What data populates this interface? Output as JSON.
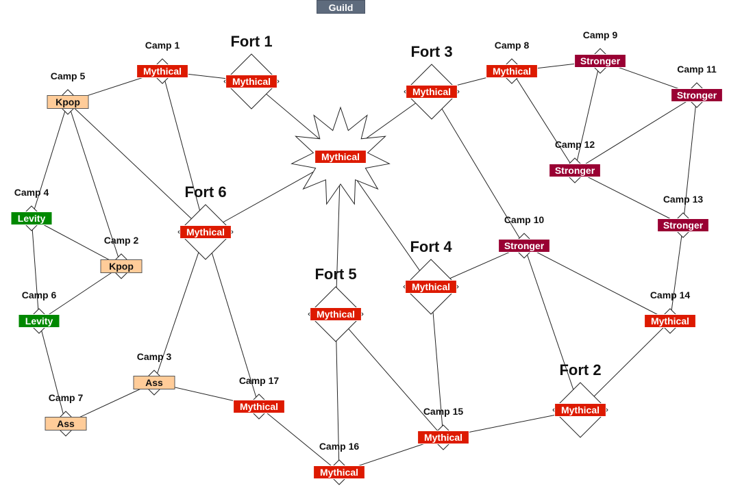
{
  "header": {
    "guild_button": "Guild"
  },
  "colors": {
    "Mythical": "#dd1a00",
    "Stronger": "#990033",
    "Kpop": "#ffcc99",
    "Levity": "#008800",
    "Ass": "#ffcc99",
    "node_border": "#333333"
  },
  "center": {
    "name": "",
    "owner": "Mythical"
  },
  "nodes": [
    {
      "id": "camp1",
      "name": "Camp 1",
      "kind": "camp",
      "owner": "Mythical"
    },
    {
      "id": "camp2",
      "name": "Camp 2",
      "kind": "camp",
      "owner": "Kpop"
    },
    {
      "id": "camp3",
      "name": "Camp 3",
      "kind": "camp",
      "owner": "Ass"
    },
    {
      "id": "camp4",
      "name": "Camp 4",
      "kind": "camp",
      "owner": "Levity"
    },
    {
      "id": "camp5",
      "name": "Camp 5",
      "kind": "camp",
      "owner": "Kpop"
    },
    {
      "id": "camp6",
      "name": "Camp 6",
      "kind": "camp",
      "owner": "Levity"
    },
    {
      "id": "camp7",
      "name": "Camp 7",
      "kind": "camp",
      "owner": "Ass"
    },
    {
      "id": "camp8",
      "name": "Camp 8",
      "kind": "camp",
      "owner": "Mythical"
    },
    {
      "id": "camp9",
      "name": "Camp 9",
      "kind": "camp",
      "owner": "Stronger"
    },
    {
      "id": "camp10",
      "name": "Camp 10",
      "kind": "camp",
      "owner": "Stronger"
    },
    {
      "id": "camp11",
      "name": "Camp 11",
      "kind": "camp",
      "owner": "Stronger"
    },
    {
      "id": "camp12",
      "name": "Camp 12",
      "kind": "camp",
      "owner": "Stronger"
    },
    {
      "id": "camp13",
      "name": "Camp 13",
      "kind": "camp",
      "owner": "Stronger"
    },
    {
      "id": "camp14",
      "name": "Camp 14",
      "kind": "camp",
      "owner": "Mythical"
    },
    {
      "id": "camp15",
      "name": "Camp 15",
      "kind": "camp",
      "owner": "Mythical"
    },
    {
      "id": "camp16",
      "name": "Camp 16",
      "kind": "camp",
      "owner": "Mythical"
    },
    {
      "id": "camp17",
      "name": "Camp 17",
      "kind": "camp",
      "owner": "Mythical"
    },
    {
      "id": "fort1",
      "name": "Fort 1",
      "kind": "fort",
      "owner": "Mythical"
    },
    {
      "id": "fort2",
      "name": "Fort 2",
      "kind": "fort",
      "owner": "Mythical"
    },
    {
      "id": "fort3",
      "name": "Fort 3",
      "kind": "fort",
      "owner": "Mythical"
    },
    {
      "id": "fort4",
      "name": "Fort 4",
      "kind": "fort",
      "owner": "Mythical"
    },
    {
      "id": "fort5",
      "name": "Fort 5",
      "kind": "fort",
      "owner": "Mythical"
    },
    {
      "id": "fort6",
      "name": "Fort 6",
      "kind": "fort",
      "owner": "Mythical"
    }
  ],
  "edges": [
    [
      "camp5",
      "camp1"
    ],
    [
      "camp1",
      "fort1"
    ],
    [
      "camp1",
      "fort6"
    ],
    [
      "camp5",
      "camp4"
    ],
    [
      "camp5",
      "camp2"
    ],
    [
      "camp5",
      "fort6"
    ],
    [
      "camp4",
      "camp6"
    ],
    [
      "camp4",
      "camp2"
    ],
    [
      "camp2",
      "camp6"
    ],
    [
      "camp6",
      "camp7"
    ],
    [
      "camp7",
      "camp3"
    ],
    [
      "camp3",
      "fort6"
    ],
    [
      "camp3",
      "camp17"
    ],
    [
      "fort6",
      "camp17"
    ],
    [
      "fort6",
      "center"
    ],
    [
      "fort1",
      "center"
    ],
    [
      "center",
      "fort3"
    ],
    [
      "center",
      "fort5"
    ],
    [
      "center",
      "fort4"
    ],
    [
      "camp17",
      "camp16"
    ],
    [
      "fort5",
      "camp16"
    ],
    [
      "fort5",
      "camp15"
    ],
    [
      "camp16",
      "camp15"
    ],
    [
      "camp15",
      "fort4"
    ],
    [
      "camp15",
      "fort2"
    ],
    [
      "fort4",
      "camp10"
    ],
    [
      "fort3",
      "camp10"
    ],
    [
      "fort3",
      "camp8"
    ],
    [
      "camp8",
      "camp9"
    ],
    [
      "camp8",
      "camp12"
    ],
    [
      "camp9",
      "camp12"
    ],
    [
      "camp9",
      "camp11"
    ],
    [
      "camp11",
      "camp12"
    ],
    [
      "camp11",
      "camp13"
    ],
    [
      "camp12",
      "camp13"
    ],
    [
      "camp13",
      "camp14"
    ],
    [
      "camp10",
      "camp14"
    ],
    [
      "camp10",
      "fort2"
    ],
    [
      "fort2",
      "camp14"
    ]
  ]
}
